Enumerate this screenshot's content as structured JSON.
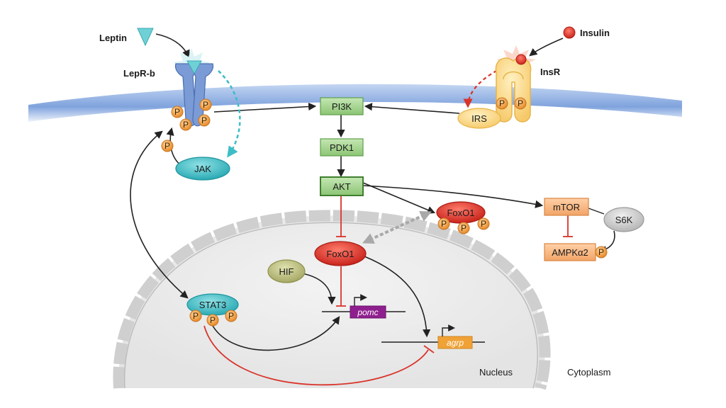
{
  "labels": {
    "leptin": "Leptin",
    "lepr": "LepR-b",
    "insulin": "Insulin",
    "insr": "InsR",
    "jak": "JAK",
    "irs": "IRS",
    "pi3k": "PI3K",
    "pdk1": "PDK1",
    "akt": "AKT",
    "foxo1": "FoxO1",
    "mtor": "mTOR",
    "s6k": "S6K",
    "ampk": "AMPKα2",
    "hif": "HIF",
    "stat3": "STAT3",
    "pomc": "pomc",
    "agrp": "agrp",
    "nucleus": "Nucleus",
    "cytoplasm": "Cytoplasm",
    "phospho": "P"
  },
  "colors": {
    "membrane": "#9db9e6",
    "receptor": "#6d8fcd",
    "phosphate": "#f0a04a",
    "teal": "#3ebdc6",
    "green": "#8fc77a",
    "red": "#d9342b",
    "orange": "#f2a467",
    "gray": "#c7c7c7",
    "olive": "#b6b97b",
    "purple": "#8f1f8f",
    "agrp": "#f0a236"
  }
}
